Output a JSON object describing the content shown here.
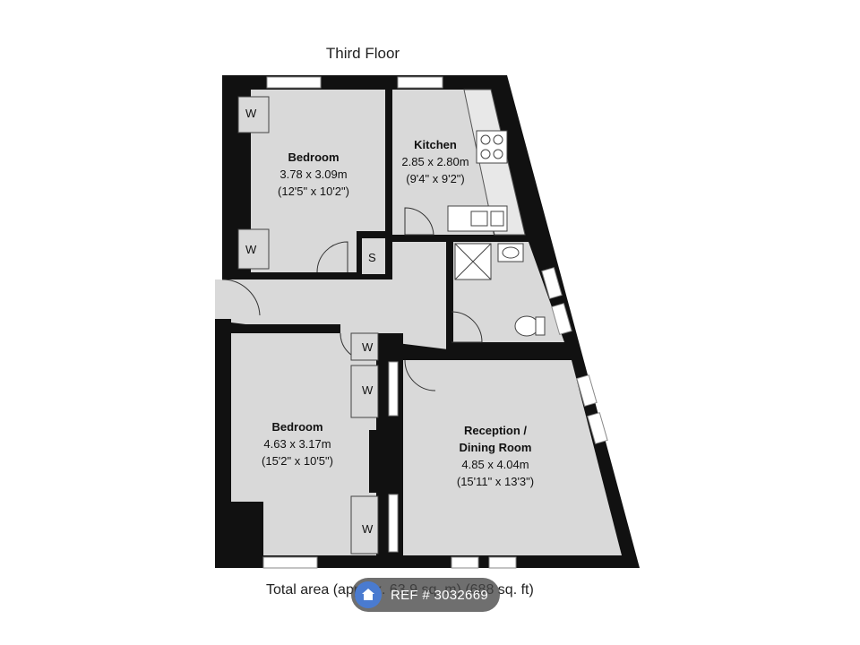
{
  "floor_title": "Third Floor",
  "rooms": {
    "bedroom_top": {
      "name": "Bedroom",
      "metric": "3.78 x 3.09m",
      "imperial": "(12'5\" x 10'2\")"
    },
    "kitchen": {
      "name": "Kitchen",
      "metric": "2.85 x 2.80m",
      "imperial": "(9'4\" x 9'2\")"
    },
    "bedroom_bottom": {
      "name": "Bedroom",
      "metric": "4.63 x 3.17m",
      "imperial": "(15'2\" x 10'5\")"
    },
    "reception": {
      "name": "Reception /",
      "name2": "Dining Room",
      "metric": "4.85 x 4.04m",
      "imperial": "(15'11\" x 13'3\")"
    }
  },
  "labels": {
    "wardrobe": "W",
    "storage": "S"
  },
  "footer": {
    "total_area": "Total area (approx. 63.9 sq. m) (688 sq. ft)"
  },
  "badge": {
    "ref": "REF # 3032669",
    "icon": "home-icon",
    "color": "#4a7bd0"
  },
  "colors": {
    "wall": "#111111",
    "floor": "#d9d9d9"
  }
}
